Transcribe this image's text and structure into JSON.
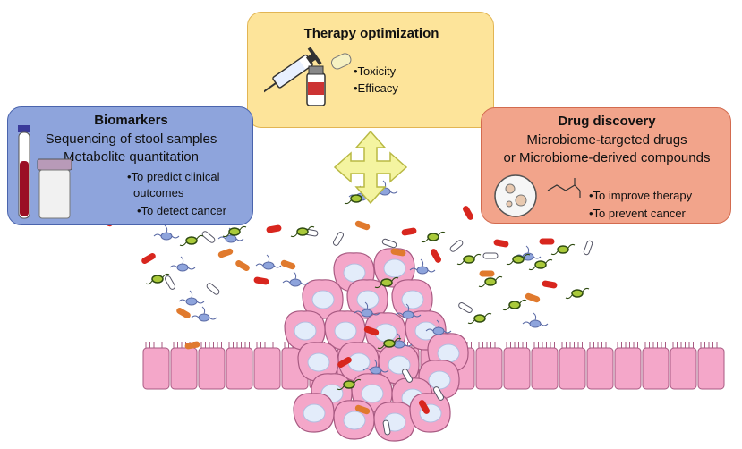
{
  "therapy": {
    "title": "Therapy optimization",
    "bullets": [
      "•Toxicity",
      "•Efficacy"
    ]
  },
  "biomarkers": {
    "title": "Biomarkers",
    "lines": [
      "Sequencing of stool samples",
      "Metabolite quantitation"
    ],
    "bullets": [
      "•To predict clinical",
      "outcomes",
      "•To detect cancer"
    ]
  },
  "drug": {
    "title": "Drug discovery",
    "lines": [
      "Microbiome-targeted drugs",
      "or Microbiome-derived compounds"
    ],
    "bullets": [
      "•To improve therapy",
      "•To prevent cancer"
    ]
  },
  "colors": {
    "therapy_bg": "#fde49a",
    "biomarkers_bg": "#8ea4dc",
    "drug_bg": "#f2a48b",
    "arrow": "#f4f4a0",
    "cell": "#f4a7c9",
    "nucleus": "#e3ecfa"
  }
}
